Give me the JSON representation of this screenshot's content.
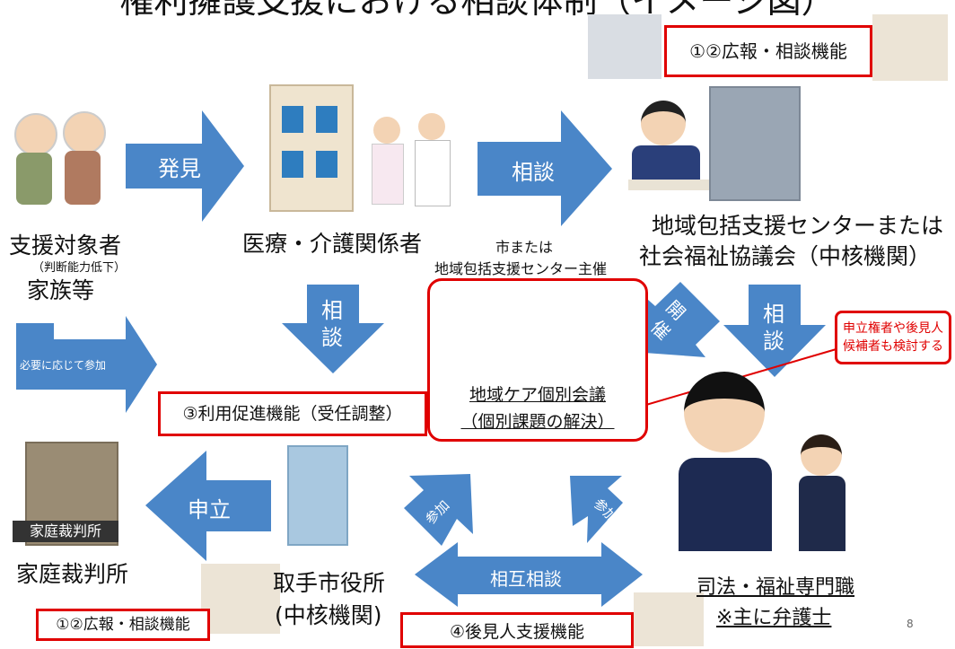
{
  "title": "権利擁護支援における相談体制（イメージ図）",
  "arrows": {
    "discover": "発見",
    "consult1": "相談",
    "consult2a": "相",
    "consult2b": "談",
    "hold_a": "開",
    "hold_b": "催",
    "consult3a": "相",
    "consult3b": "談",
    "participate_as_needed": "必要に応じて参加",
    "petition": "申立",
    "join_a": "参加",
    "join_b": "参加",
    "mutual": "相互相談"
  },
  "nodes": {
    "subject_l1": "支援対象者",
    "subject_l2": "（判断能力低下）",
    "subject_l3": "家族等",
    "medical": "医療・介護関係者",
    "center_l1": "地域包括支援センターまたは",
    "center_l2": "社会福祉協議会（中核機関）",
    "host_l1": "市または",
    "host_l2": "地域包括支援センター主催",
    "court": "家庭裁判所",
    "court_sign": "家庭裁判所",
    "city_l1": "取手市役所",
    "city_l2": "(中核機関)",
    "legal_l1": "司法・福祉専門職",
    "legal_l2": "※主に弁護士"
  },
  "boxes": {
    "pr_top": "①②広報・相談機能",
    "pr_bottom": "①②広報・相談機能",
    "promotion": "③利用促進機能（受任調整）",
    "meeting_l1": "地域ケア個別会議",
    "meeting_l2": "（個別課題の解決）",
    "guardian": "④後見人支援機能",
    "callout_l1": "申立権者や後見人",
    "callout_l2": "候補者も検討する"
  },
  "page_number": "8",
  "colors": {
    "arrow": "#4a86c8",
    "accent_red": "#e00000"
  }
}
